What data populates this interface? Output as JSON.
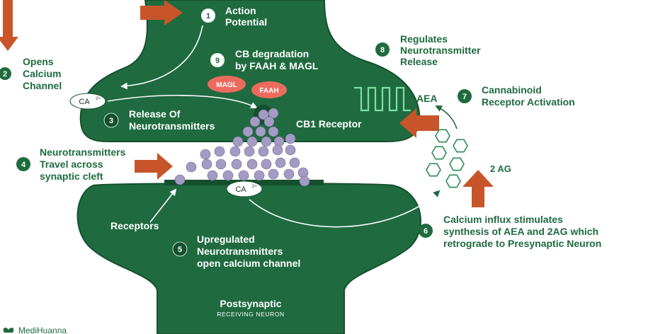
{
  "colors": {
    "neuron": "#1f6b3f",
    "neuron_dark": "#15502e",
    "arrow_orange": "#c8552a",
    "vesicle": "#a49bc4",
    "enzyme": "#ec6b5e",
    "white": "#ffffff",
    "receptor_line": "#7fe0a2",
    "hexagon": "#2e8b57"
  },
  "steps": [
    {
      "num": "1",
      "text": [
        "Action",
        "Potential"
      ]
    },
    {
      "num": "2",
      "text": [
        "Opens",
        "Calcium",
        "Channel"
      ]
    },
    {
      "num": "3",
      "text": [
        "Release Of",
        "Neurotransmitters"
      ]
    },
    {
      "num": "4",
      "text": [
        "Neurotransmitters",
        "Travel across",
        "synaptic cleft"
      ]
    },
    {
      "num": "5",
      "text": [
        "Upregulated",
        "Neurotransmitters",
        "open calcium channel"
      ]
    },
    {
      "num": "6",
      "text": [
        "Calcium influx stimulates",
        "synthesis of AEA and 2AG which",
        "retrograde to Presynaptic Neuron"
      ]
    },
    {
      "num": "7",
      "text": [
        "Cannabinoid",
        "Receptor Activation"
      ]
    },
    {
      "num": "8",
      "text": [
        "Regulates",
        "Neurotransmitter",
        "Release"
      ]
    },
    {
      "num": "9",
      "text": [
        "CB degradation",
        "by FAAH & MAGL"
      ]
    }
  ],
  "labels": {
    "ca_top": "CA",
    "ca_sup": "2+",
    "ca_bottom": "CA",
    "magl": "MAGL",
    "faah": "FAAH",
    "cb1": "CB1 Receptor",
    "aea": "AEA",
    "two_ag": "2 AG",
    "receptors": "Receptors",
    "postsynaptic": "Postsynaptic",
    "receiving": "RECEIVING NEURON",
    "logo": "MediHuanna"
  }
}
